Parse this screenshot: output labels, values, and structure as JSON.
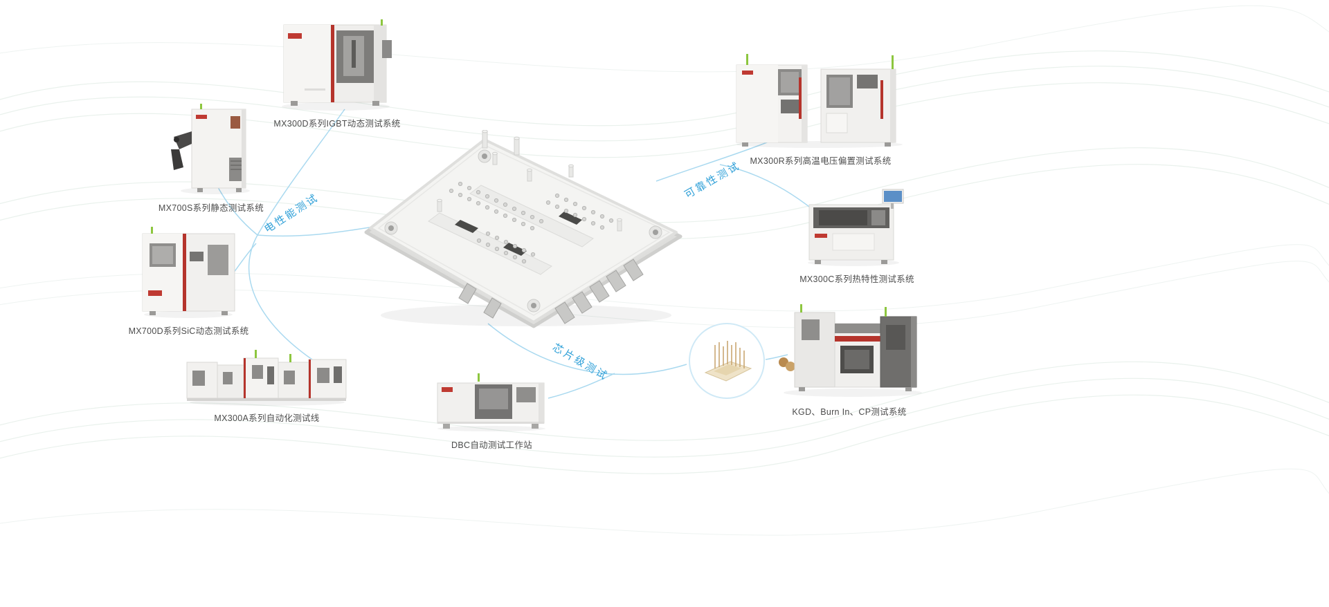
{
  "diagram": {
    "description_visible_text_only": true,
    "center_object": "igbt-power-module-render"
  },
  "products": [
    {
      "id": "mx300d",
      "label": "MX300D系列IGBT动态测试系统"
    },
    {
      "id": "mx700s",
      "label": "MX700S系列静态测试系统"
    },
    {
      "id": "mx700d",
      "label": "MX700D系列SiC动态测试系统"
    },
    {
      "id": "mx300a",
      "label": "MX300A系列自动化测试线"
    },
    {
      "id": "dbc",
      "label": "DBC自动测试工作站"
    },
    {
      "id": "mx300r",
      "label": "MX300R系列高温电压偏置测试系统"
    },
    {
      "id": "mx300c",
      "label": "MX300C系列热特性测试系统"
    },
    {
      "id": "kgd",
      "label": "KGD、Burn In、CP测试系统"
    }
  ],
  "connectors": [
    {
      "id": "electrical",
      "label": "电性能测试"
    },
    {
      "id": "reliability",
      "label": "可靠性测试"
    },
    {
      "id": "chip_level",
      "label": "芯片级测试"
    }
  ],
  "colors": {
    "background": "#ffffff",
    "connector_label_blue": "#2fa0d8",
    "connector_line_blue": "#a5d7ef",
    "caption_text": "#4c4c4c",
    "accent_red": "#b5342c",
    "machine_light": "#f2f1ef",
    "machine_dark": "#6f6e6c",
    "stack_light_green": "#8dc63f",
    "background_wave": "#e9f1ec",
    "dbc_substrate_tan": "#efe3c8",
    "pin_copper": "#c9a671"
  }
}
